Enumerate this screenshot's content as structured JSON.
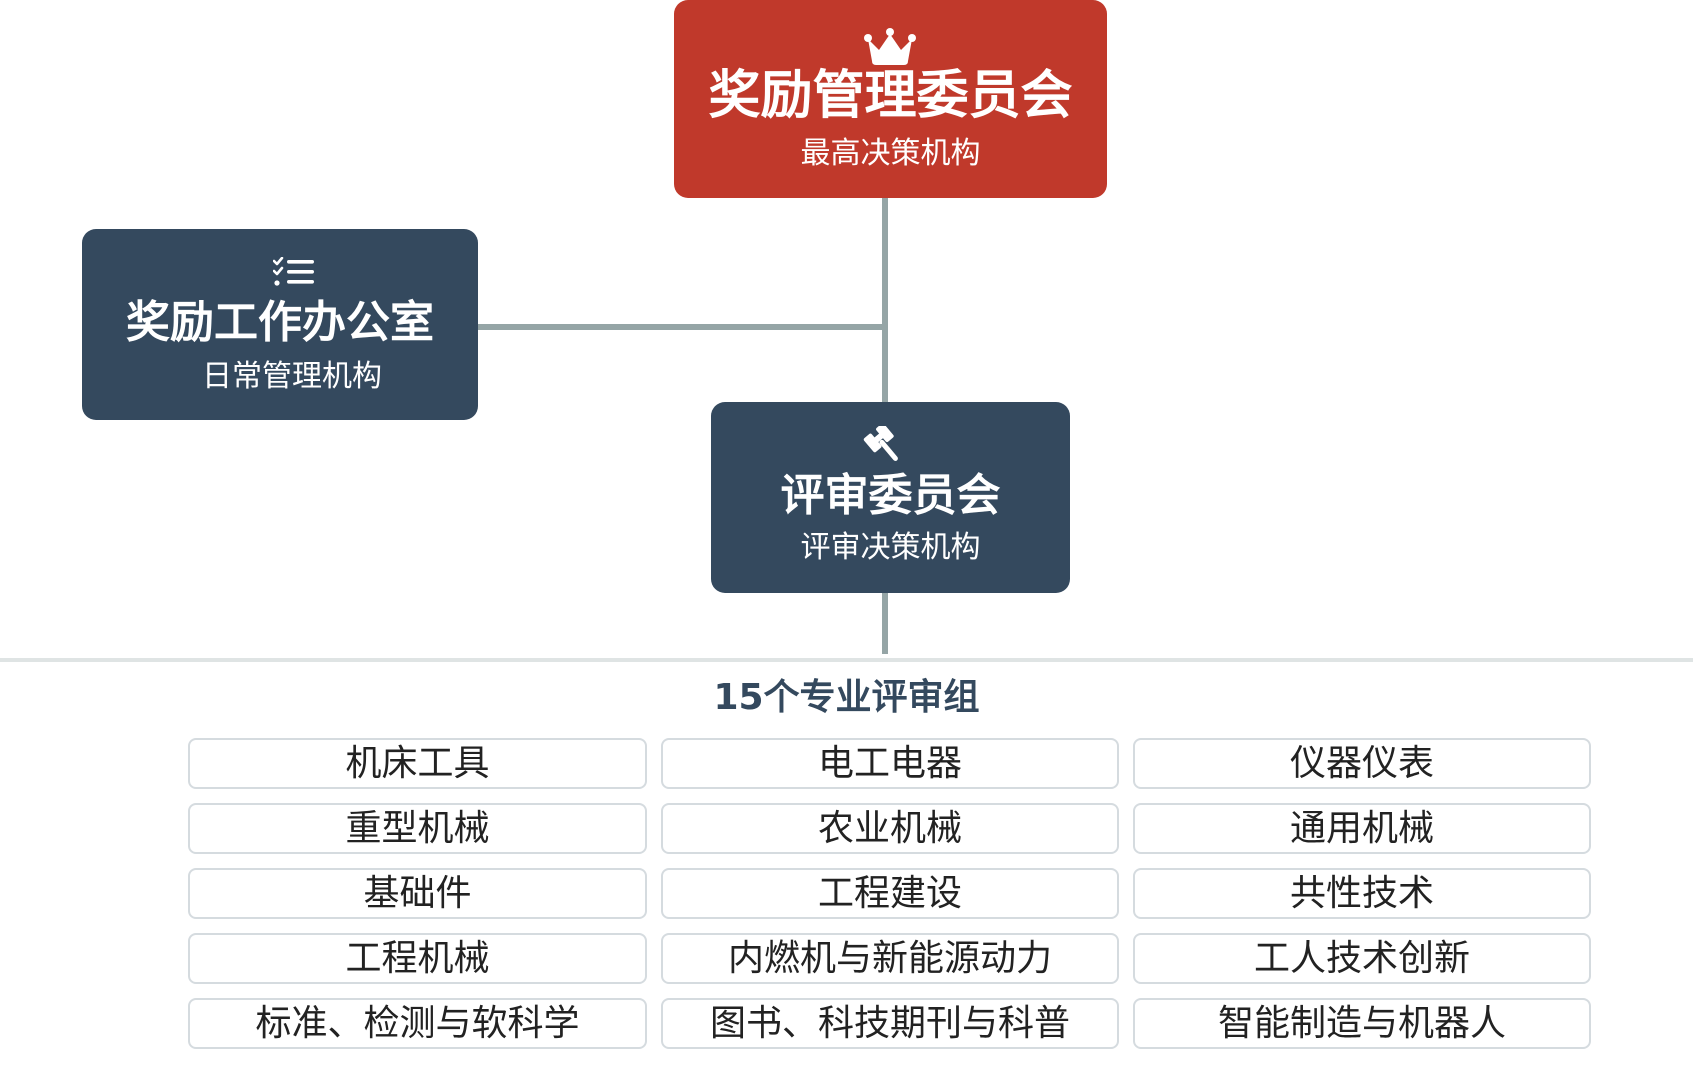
{
  "colors": {
    "top_node": "#c0392b",
    "dark_node": "#34495e",
    "connector": "#95a5a6",
    "divider": "#dfe4e4",
    "group_border": "#d5dbdf"
  },
  "nodes": {
    "top": {
      "icon": "crown-icon",
      "title": "奖励管理委员会",
      "subtitle": "最高决策机构"
    },
    "office": {
      "icon": "checklist-icon",
      "title": "奖励工作办公室",
      "subtitle": "日常管理机构"
    },
    "review": {
      "icon": "gavel-icon",
      "title": "评审委员会",
      "subtitle": "评审决策机构"
    }
  },
  "groups": {
    "heading": "15个专业评审组",
    "items": [
      "机床工具",
      "电工电器",
      "仪器仪表",
      "重型机械",
      "农业机械",
      "通用机械",
      "基础件",
      "工程建设",
      "共性技术",
      "工程机械",
      "内燃机与新能源动力",
      "工人技术创新",
      "标准、检测与软科学",
      "图书、科技期刊与科普",
      "智能制造与机器人"
    ]
  }
}
